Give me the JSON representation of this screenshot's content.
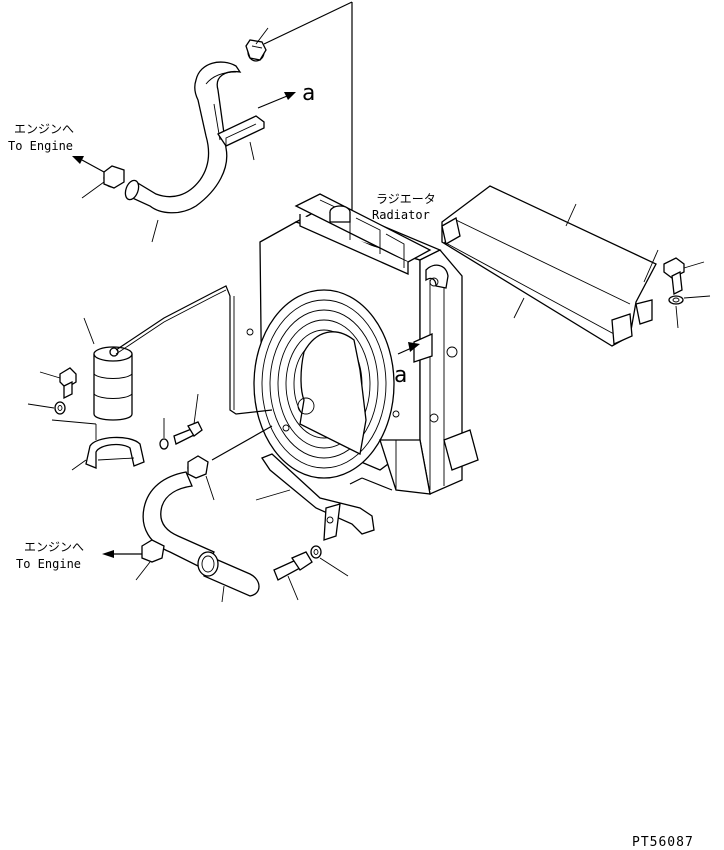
{
  "labels": {
    "engine_top_jp": "エンジンへ",
    "engine_top_en": "To Engine",
    "engine_bottom_jp": "エンジンへ",
    "engine_bottom_en": "To Engine",
    "radiator_jp": "ラジエータ",
    "radiator_en": "Radiator",
    "ref_a_top": "a",
    "ref_a_mid": "a",
    "drawing_code": "PT56087"
  }
}
